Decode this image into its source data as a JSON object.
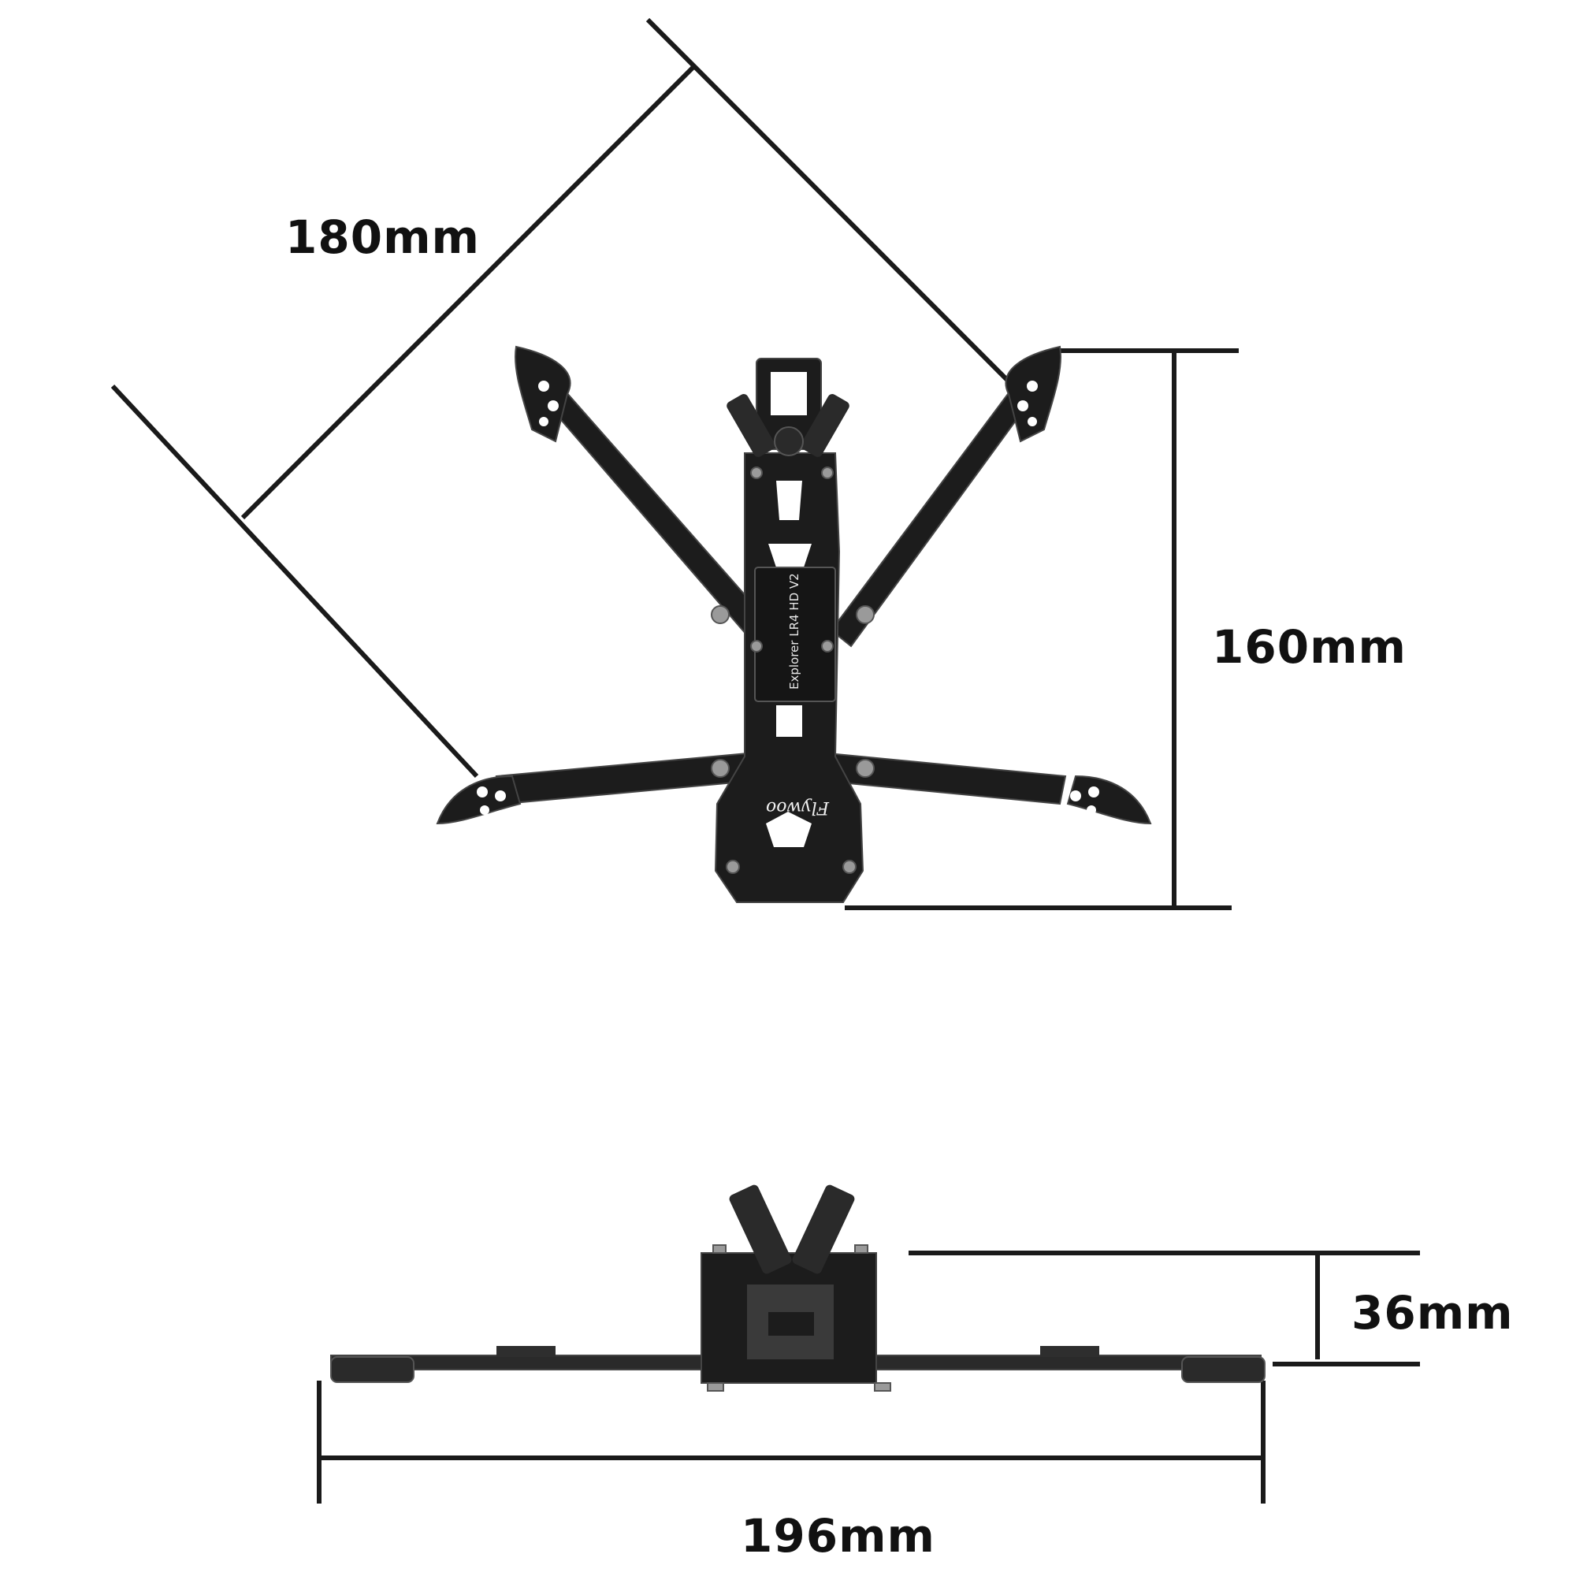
{
  "dimensions": {
    "diagonal": "180mm",
    "length": "160mm",
    "height": "36mm",
    "width": "196mm"
  },
  "frame": {
    "model_text": "Explorer LR4 HD V2",
    "brand_text": "Flywoo"
  },
  "colors": {
    "line": "#1a1a1a",
    "frame": "#1c1c1c",
    "frame_edge": "#444444",
    "hardware": "#9a9a9a",
    "background": "#ffffff"
  }
}
